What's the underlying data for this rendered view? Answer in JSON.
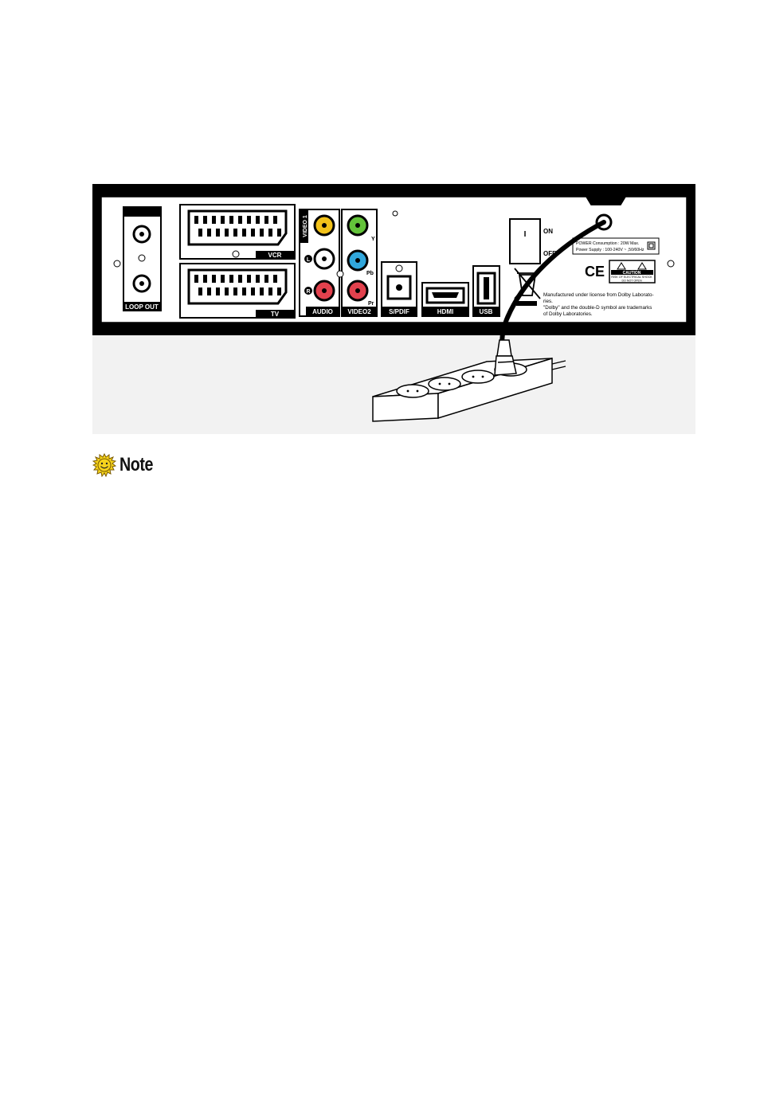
{
  "panel": {
    "loop_out": "LOOP OUT",
    "vcr": "VCR",
    "tv": "TV",
    "video1": "VIDEO 1",
    "audio": "AUDIO",
    "video2": "VIDEO2",
    "audio_left": "L",
    "audio_right": "R",
    "comp_y": "Y",
    "comp_pb": "Pb",
    "comp_pr": "Pr",
    "spdif": "S/PDIF",
    "hdmi": "HDMI",
    "usb": "USB",
    "switch_mark": "I",
    "switch_on": "ON",
    "switch_off": "OFF",
    "power_line1": "POWER Consumption : 20W Max.",
    "power_line2": "Power Supply : 100-240V ~ ,50/60Hz",
    "ce_mark": "CE",
    "caution_title": "CAUTION",
    "caution_line1": "RISK OF ELECTRICAL SHOCK",
    "caution_line2": "DO NOT OPEN",
    "dolby_line1": "Manufactured under license from Dolby Laborato-",
    "dolby_line2": "ries.",
    "dolby_line3": "\"Dolby\" and the double-D symbol are trademarks",
    "dolby_line4": "of Dolby Laboratories."
  },
  "note": {
    "label": "Note",
    "icon": "smiley-sun-icon"
  },
  "colors": {
    "frame": "#000000",
    "shadow": "#f2f2f2",
    "video_yellow": "#f2c21a",
    "comp_green": "#63c33a",
    "comp_blue": "#31a7dc",
    "red_jack": "#e2414d",
    "note_yellow": "#f5d31c"
  }
}
